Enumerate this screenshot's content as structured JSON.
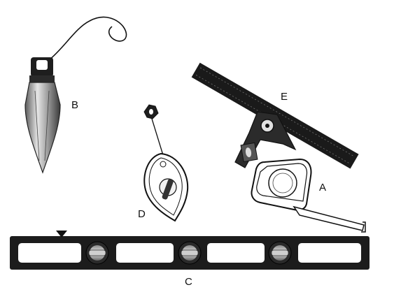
{
  "labels": {
    "a": "A",
    "b": "B",
    "c": "C",
    "d": "D",
    "e": "E"
  },
  "tools": {
    "a": "tape-measure",
    "b": "plumb-bob",
    "c": "spirit-level",
    "d": "chalk-line",
    "e": "combination-square"
  },
  "colors": {
    "ink": "#111111",
    "metal_light": "#d9d9d9",
    "metal_mid": "#9a9a9a",
    "dark": "#222222"
  }
}
